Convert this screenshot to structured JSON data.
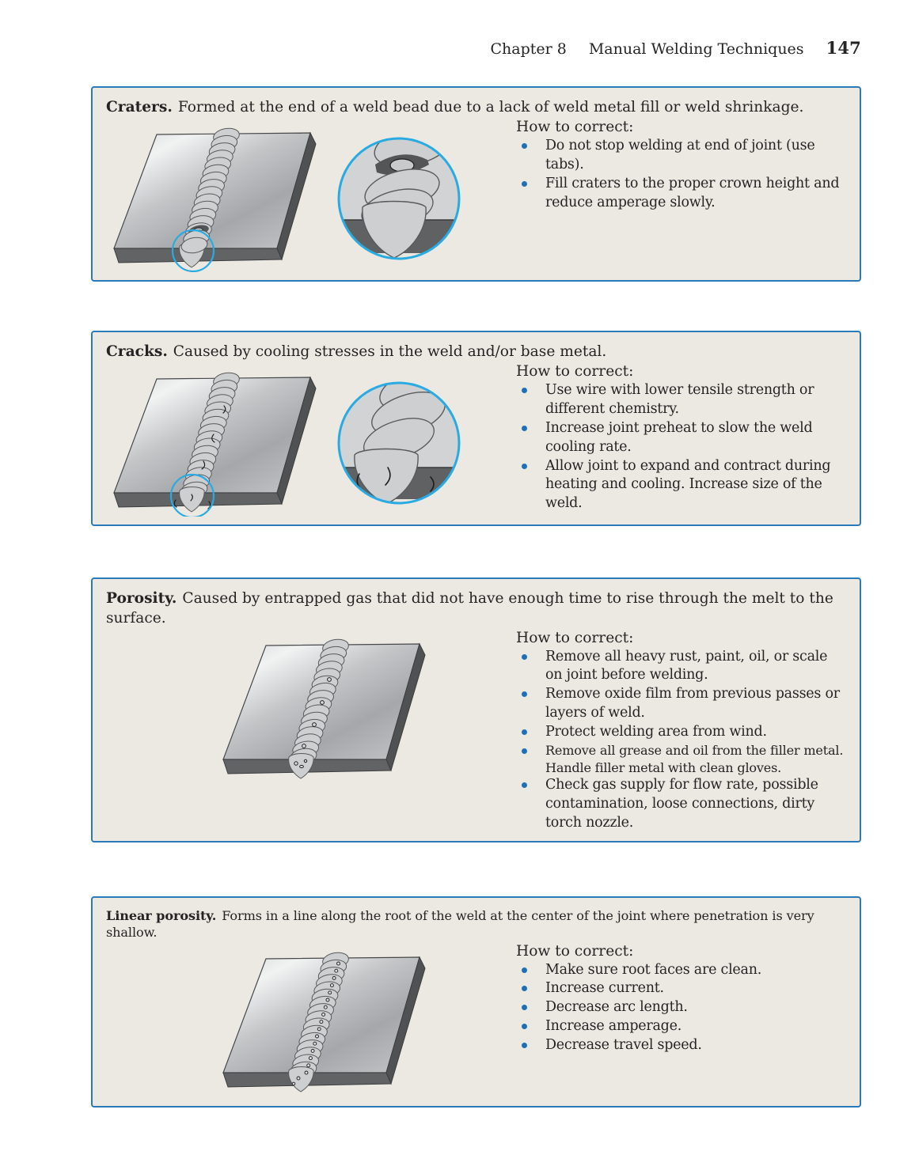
{
  "header": {
    "chapter": "Chapter 8",
    "title": "Manual Welding Techniques",
    "page_number": "147"
  },
  "colors": {
    "page_background": "#ffffff",
    "panel_background": "#ece9e3",
    "panel_border": "#2a79b9",
    "bullet": "#1e6fb5",
    "highlight_circle": "#29abe2",
    "text": "#262324"
  },
  "sections": [
    {
      "term": "Craters.",
      "description": "Formed at the end of a weld bead due to a lack of weld metal fill or weld shrinkage.",
      "how_label": "How to correct:",
      "corrections": [
        "Do not stop welding at end of joint (use tabs).",
        "Fill craters to the proper crown height and reduce amperage slowly."
      ],
      "figure": "steel-plate-with-weld-bead-crater-and-magnified-inset"
    },
    {
      "term": "Cracks.",
      "description": "Caused by cooling stresses in the weld and/or base metal.",
      "how_label": "How to correct:",
      "corrections": [
        "Use wire with lower tensile strength or different chemistry.",
        "Increase joint preheat to slow the weld cooling rate.",
        "Allow joint to expand and contract during heating and cooling. Increase size of the weld."
      ],
      "figure": "steel-plate-with-cracked-weld-bead-and-magnified-inset"
    },
    {
      "term": "Porosity.",
      "description": "Caused by entrapped gas that did not have enough time to rise through the melt to the surface.",
      "how_label": "How to correct:",
      "corrections": [
        "Remove all heavy rust, paint, oil, or scale on joint before welding.",
        "Remove oxide film from previous passes or layers of weld.",
        "Protect welding area from wind.",
        "Remove all grease and oil from the filler metal. Handle filler metal with clean gloves.",
        "Check gas supply for flow rate, possible contamination, loose connections, dirty torch nozzle."
      ],
      "figure": "steel-plate-with-porous-weld-bead"
    },
    {
      "term": "Linear porosity.",
      "description": "Forms in a line along the root of the weld at the center of the joint where penetration is very shallow.",
      "how_label": "How to correct:",
      "corrections": [
        "Make sure root faces are clean.",
        "Increase current.",
        "Decrease arc length.",
        "Increase amperage.",
        "Decrease travel speed."
      ],
      "figure": "steel-plate-with-linear-porosity-weld-bead"
    }
  ]
}
